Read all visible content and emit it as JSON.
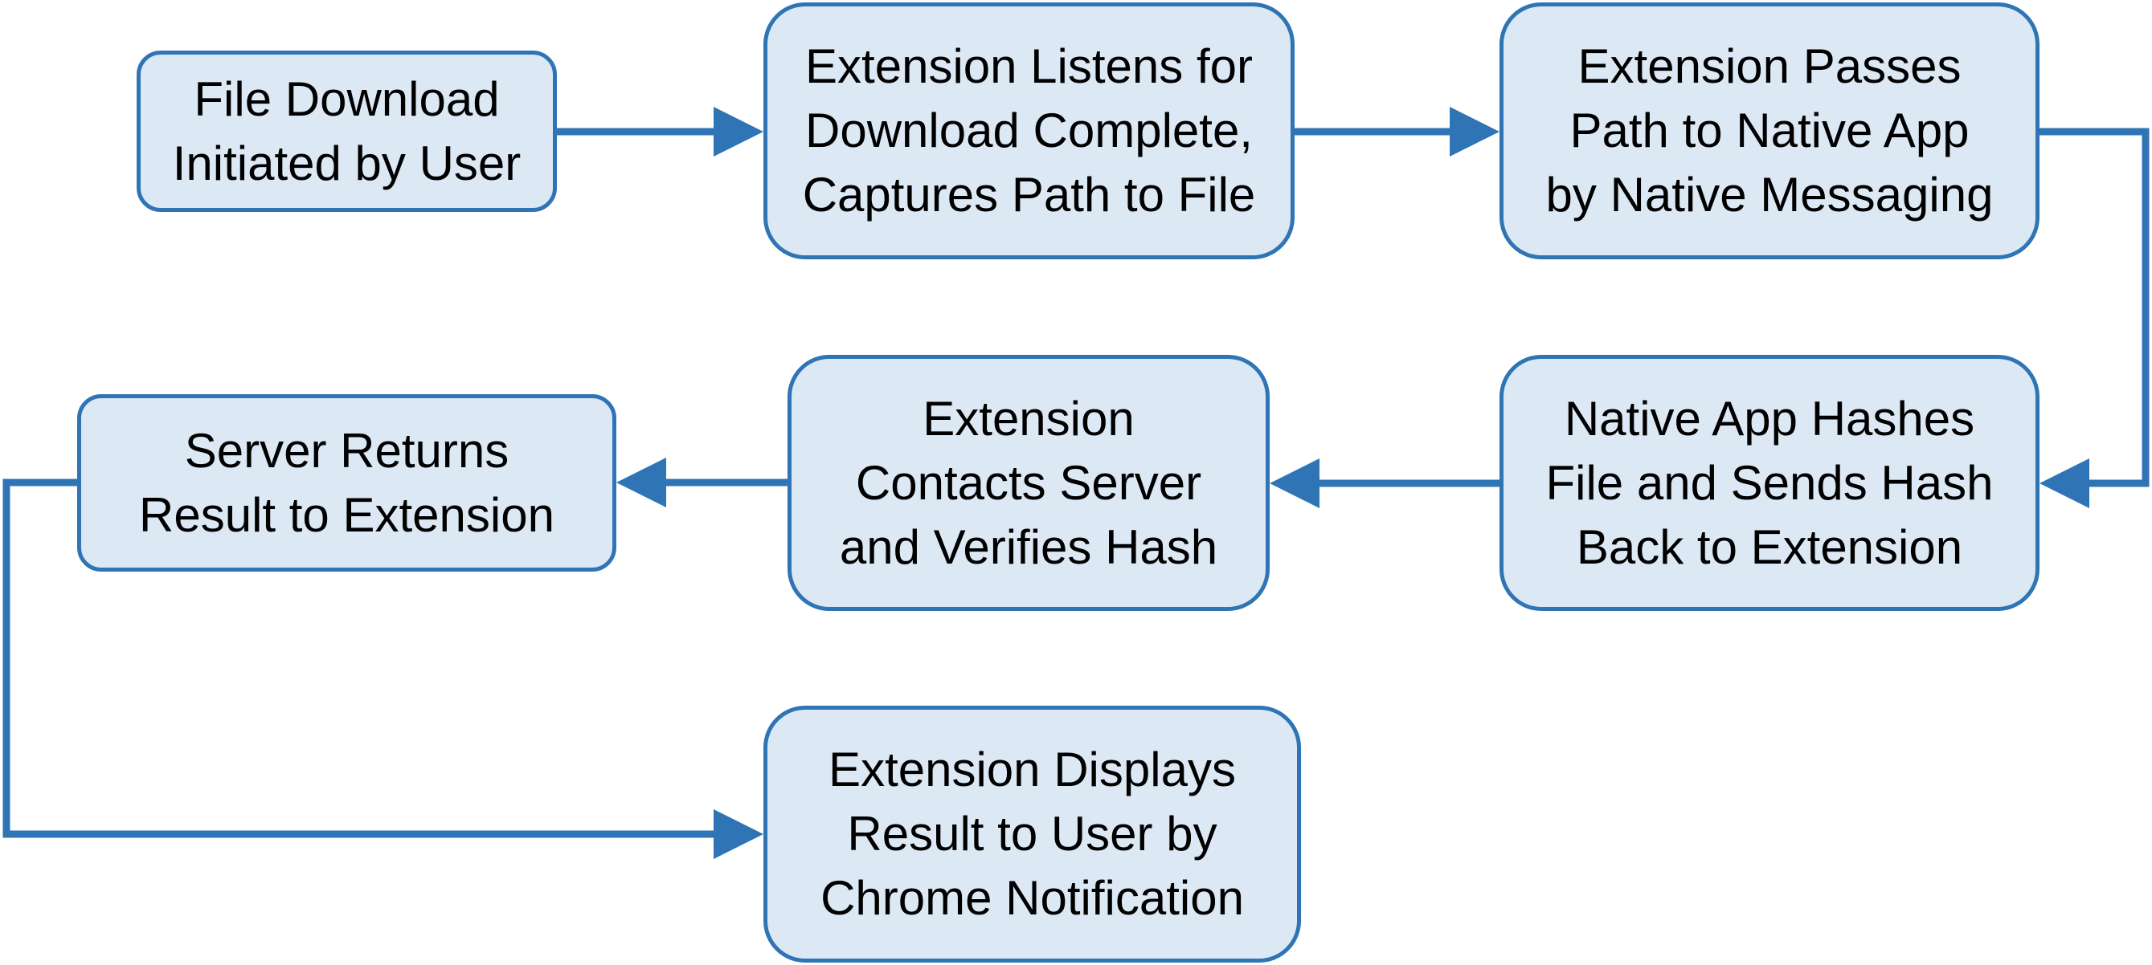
{
  "colors": {
    "box_fill": "#dce8f4",
    "box_border": "#2f75b5",
    "arrow": "#2f75b5",
    "text": "#000000"
  },
  "nodes": [
    {
      "id": "n1",
      "label": "File Download\nInitiated by User"
    },
    {
      "id": "n2",
      "label": "Extension Listens for\nDownload Complete,\nCaptures Path to File"
    },
    {
      "id": "n3",
      "label": "Extension Passes\nPath to Native App\nby Native Messaging"
    },
    {
      "id": "n4",
      "label": "Native App Hashes\nFile and Sends Hash\nBack to Extension"
    },
    {
      "id": "n5",
      "label": "Extension\nContacts Server\nand Verifies Hash"
    },
    {
      "id": "n6",
      "label": "Server Returns\nResult to Extension"
    },
    {
      "id": "n7",
      "label": "Extension Displays\nResult to User by\nChrome Notification"
    }
  ],
  "edges": [
    {
      "from": "n1",
      "to": "n2"
    },
    {
      "from": "n2",
      "to": "n3"
    },
    {
      "from": "n3",
      "to": "n4"
    },
    {
      "from": "n4",
      "to": "n5"
    },
    {
      "from": "n5",
      "to": "n6"
    },
    {
      "from": "n6",
      "to": "n7"
    }
  ]
}
